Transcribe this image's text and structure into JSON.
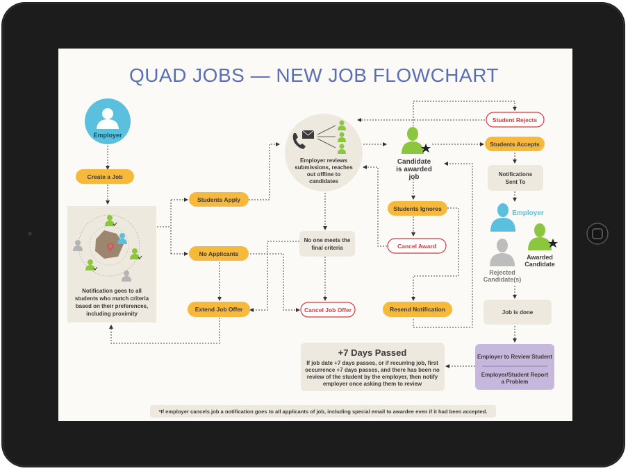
{
  "title": "QUAD JOBS — NEW JOB FLOWCHART",
  "colors": {
    "tablet": "#1a1a1a",
    "screen_bg": "#fbfaf7",
    "title": "#5a6fb3",
    "yellow": "#f7b93b",
    "beige": "#ede9df",
    "red": "#d8373a",
    "green": "#8cc63f",
    "blue": "#5bc0de",
    "gray": "#bdbdbd",
    "purple": "#c6b7dc"
  },
  "nodes": {
    "employer": "Employer",
    "create_job": "Create a Job",
    "notification": [
      "Notification goes to all",
      "students who match criteria",
      "based on their preferences,",
      "including proximity"
    ],
    "students_apply": "Students Apply",
    "no_applicants": "No Applicants",
    "extend_offer": "Extend Job Offer",
    "employer_reviews": [
      "Employer reviews",
      "submissions, reaches",
      "out offline to",
      "candidates"
    ],
    "no_one_meets": [
      "No one meets the",
      "final criteria"
    ],
    "cancel_job_offer": "Cancel Job Offer",
    "candidate_awarded": [
      "Candidate",
      "is awarded",
      "job"
    ],
    "students_ignores": "Students Ignores",
    "cancel_award": "Cancel Award",
    "resend_notification": "Resend Notification",
    "student_rejects": "Student Rejects",
    "students_accepts": "Students Accepts",
    "notifications_sent": [
      "Notifications",
      "Sent To"
    ],
    "employer_label": "Employer",
    "awarded_candidate": [
      "Awarded",
      "Candidate"
    ],
    "rejected_candidates": [
      "Rejected",
      "Candidate(s)"
    ],
    "job_done": "Job is done",
    "employer_review_student": "Employer to Review Student",
    "report_problem": [
      "Employer/Student Report",
      "a Problem"
    ],
    "seven_days_title": "+7 Days Passed",
    "seven_days_body": [
      "If job date +7 days passes, or if recurring job, first",
      "occurrence  +7 days passes, and there has been no",
      "review of the student by the employer, then notify",
      "employer once asking them to review"
    ]
  },
  "footnote": "*If employer cancels job a notification goes to all applicants of job, including special email to awardee even if it had been accepted."
}
